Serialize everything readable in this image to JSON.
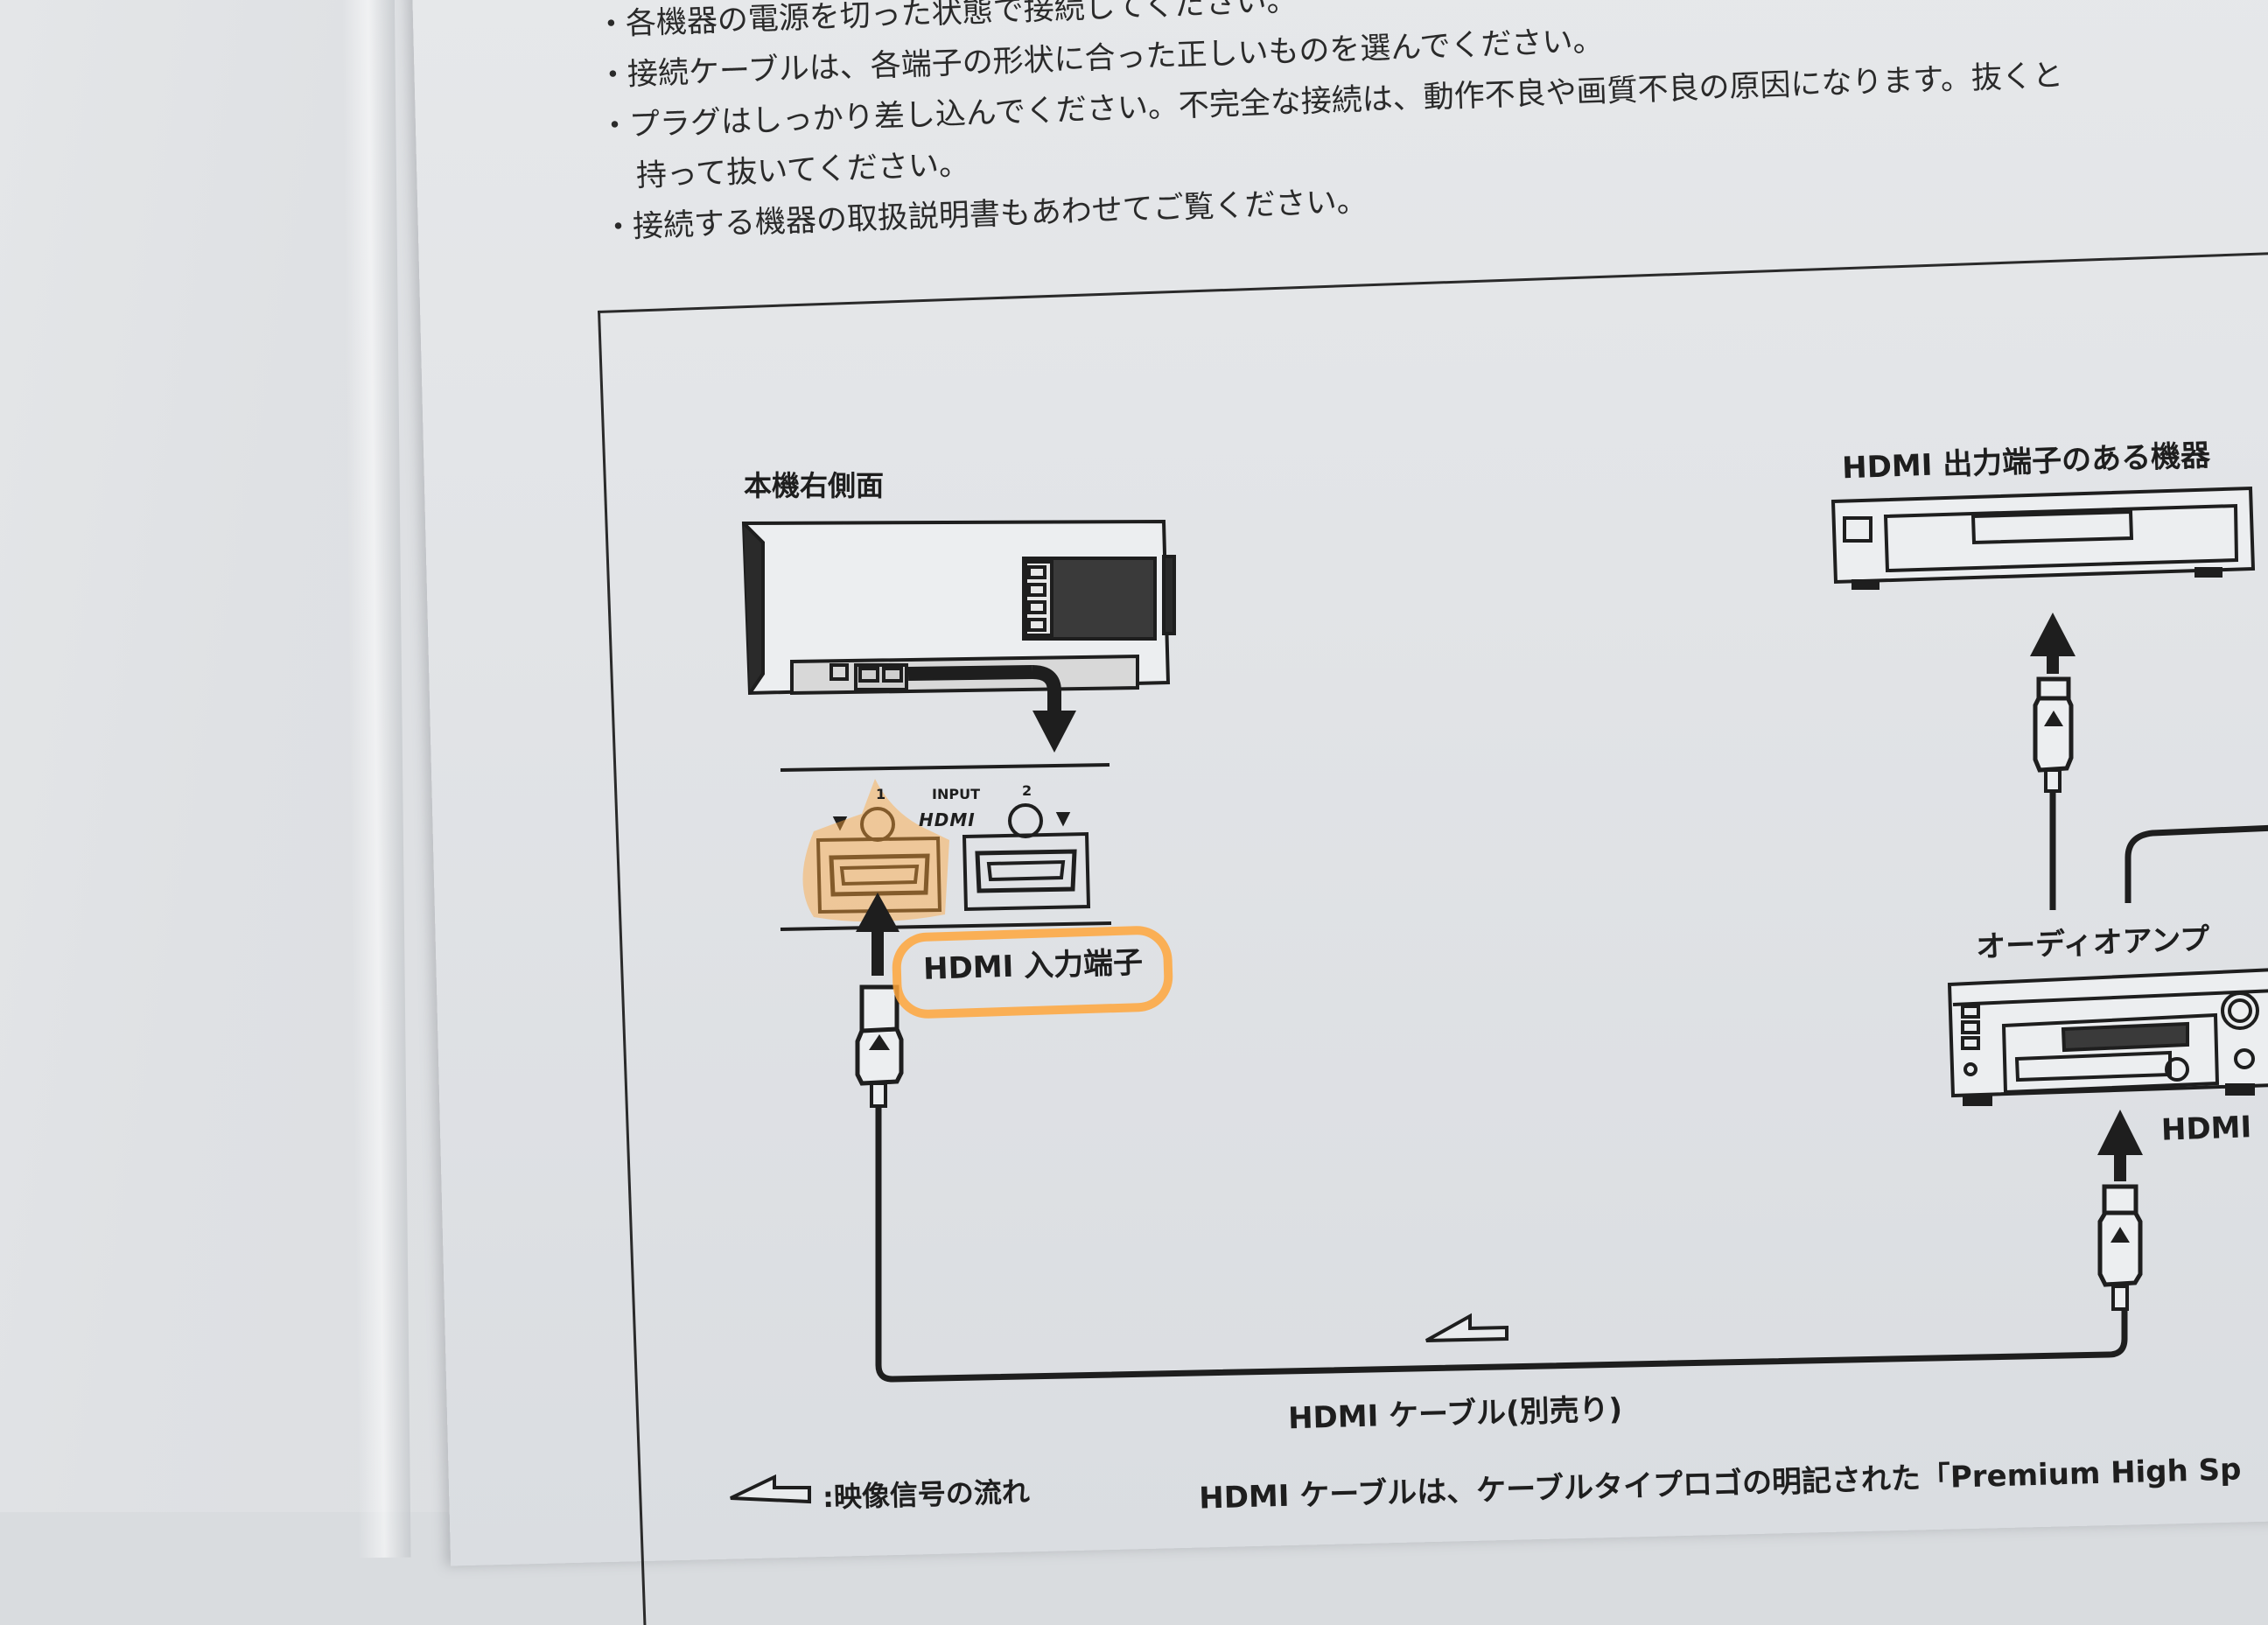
{
  "bullets": [
    "各機器の電源を切った状態で接続してください。",
    "接続ケーブルは、各端子の形状に合った正しいものを選んでください。",
    "プラグはしっかり差し込んでください。不完全な接続は、動作不良や画質不良の原因になります。抜くと",
    "持って抜いてください。",
    "接続する機器の取扱説明書もあわせてご覧ください。"
  ],
  "bullet_mark": "・",
  "diagram": {
    "projector_label": "本機右側面",
    "input_label": "INPUT",
    "hdmi_logo": "HDMI",
    "port1_number": "1",
    "port2_number": "2",
    "hdmi_input_label": "HDMI 入力端子",
    "hdmi_output_device_label": "HDMI 出力端子のある機器",
    "audio_amp_label": "オーディオアンプ",
    "amp_hdmi_label": "HDMI",
    "cable_label": "HDMI ケーブル(別売り)",
    "legend_text": ":映像信号の流れ",
    "footer_note": "HDMI ケーブルは、ケーブルタイプロゴの明記された「Premium High Sp"
  },
  "colors": {
    "highlight": "#ffa63c",
    "ink": "#1e1e1e",
    "paper": "#e4e6e9"
  }
}
